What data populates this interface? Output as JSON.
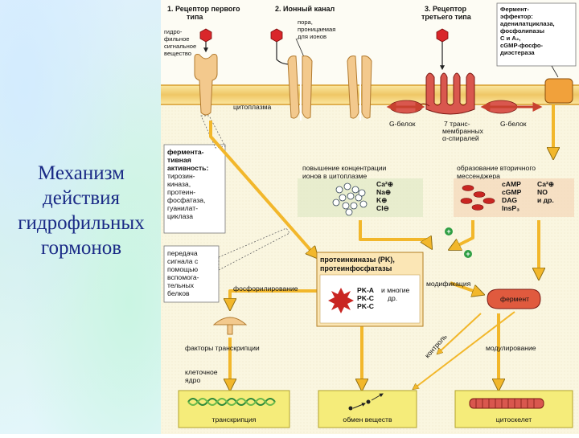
{
  "slide": {
    "title_lines": [
      "Механизм",
      "действия",
      "гидрофильных",
      "гормонов"
    ]
  },
  "receptor_types": {
    "type1": {
      "label_lines": [
        "1. Рецептор первого",
        "типа"
      ]
    },
    "type2": {
      "label_lines": [
        "2. Ионный канал"
      ]
    },
    "type3": {
      "label_lines": [
        "3. Рецептор",
        "третьего типа"
      ]
    }
  },
  "hydrophilic_signal": {
    "lines": [
      "гидро-",
      "фильное",
      "сигнальное",
      "вещество"
    ]
  },
  "pore": {
    "lines": [
      "пора,",
      "проницаемая",
      "для ионов"
    ]
  },
  "effector_box": {
    "lines": [
      "Фермент-",
      "эффектор:",
      "аденилатциклаза,",
      "фосфолипазы",
      "C и A₂,",
      "cGMP-фосфо-",
      "диэстераза"
    ]
  },
  "cytoplasm_label": "цитоплазма",
  "g_protein_left": "G-белок",
  "g_protein_right": "G-белок",
  "transmembrane": {
    "lines": [
      "7 транс-",
      "мембранных",
      "α-спиралей"
    ]
  },
  "enzyme_activity_box": {
    "lines": [
      "ферментa-",
      "тивная",
      "активность:",
      "тирозин-",
      "киназа,",
      "протеин-",
      "фосфатаза,",
      "гуанилат-",
      "циклаза"
    ]
  },
  "ion_increase": {
    "lines": [
      "повышение концентрации",
      "ионов в цитоплазме"
    ],
    "ions": [
      "Ca²⊕",
      "Na⊕",
      "K⊕",
      "Cl⊖"
    ]
  },
  "second_messengers": {
    "lines": [
      "образование вторичного",
      "мессенджера"
    ],
    "items_left": [
      "cAMP",
      "cGMP",
      "DAG",
      "InsP₃"
    ],
    "items_right": [
      "Ca²⊕",
      "NO",
      "и др."
    ]
  },
  "signal_transfer": {
    "lines": [
      "передача",
      "сигнала с",
      "помощью",
      "вспомога-",
      "тельных",
      "белков"
    ]
  },
  "kinases": {
    "lines": [
      "протеинкиназы (PK),",
      "протеинфосфатазы"
    ],
    "items": [
      "PK-A",
      "PK-C",
      "PK-C"
    ],
    "extra_lines": [
      "и многие",
      "др."
    ]
  },
  "phosphorylation_label": "фосфорилирование",
  "modification_label": "модификация",
  "enzyme_label": "фермент",
  "plus_signs": [
    "+",
    "+"
  ],
  "transcription_factors_label": "факторы транскрипции",
  "nucleus_label": {
    "lines": [
      "клеточное",
      "ядро"
    ]
  },
  "control_label": "контроль",
  "modulation_label": "модулирование",
  "outcomes": [
    "транскрипция",
    "обмен веществ",
    "цитоскелет"
  ]
}
